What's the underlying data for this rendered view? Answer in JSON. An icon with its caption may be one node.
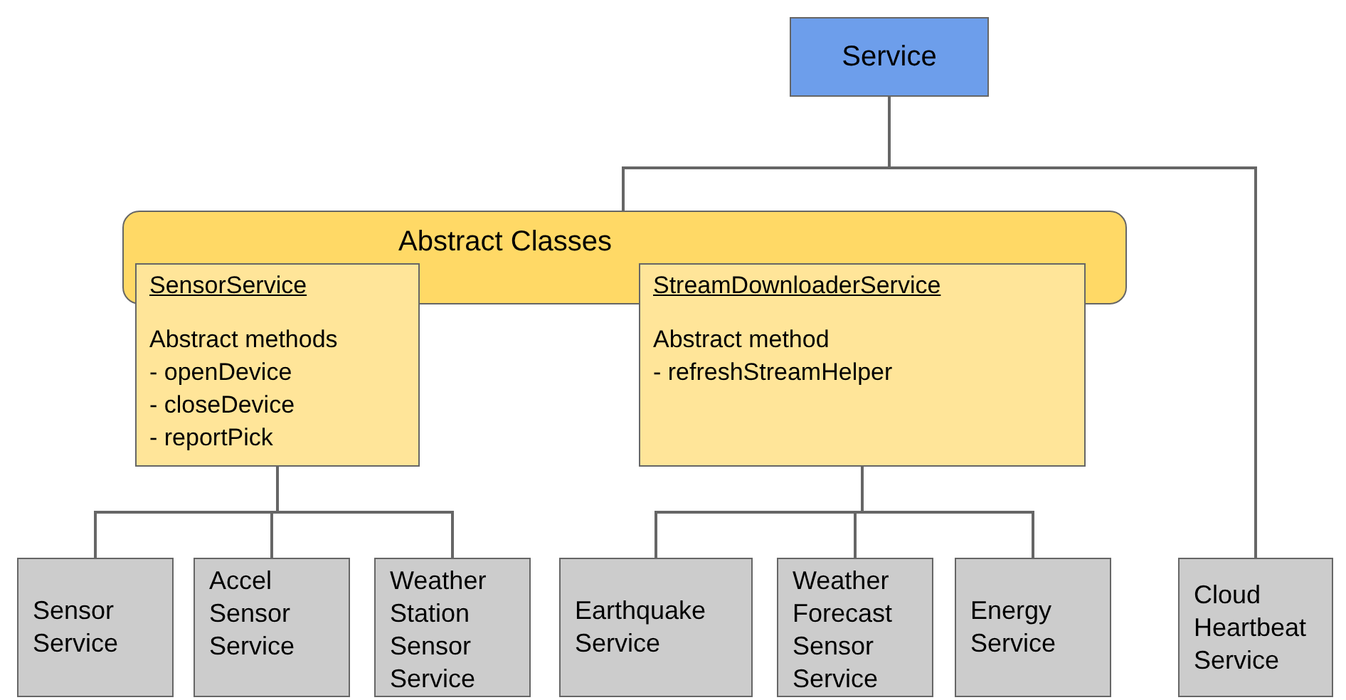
{
  "diagram": {
    "nodes": [
      {
        "text": [
          "Service"
        ]
      },
      {
        "text": [
          "Abstract Classes"
        ]
      },
      {
        "text": [
          "SensorService",
          "Abstract methods",
          "- openDevice",
          "- closeDevice",
          "- reportPick"
        ]
      },
      {
        "text": [
          "StreamDownloaderService",
          "Abstract method",
          "- refreshStreamHelper"
        ]
      },
      {
        "text": [
          "Sensor Service"
        ]
      },
      {
        "text": [
          "Accel Sensor Service"
        ]
      },
      {
        "text": [
          "Weather Station Sensor Service"
        ]
      },
      {
        "text": [
          "Earthquake Service"
        ]
      },
      {
        "text": [
          "Weather Forecast Sensor Service"
        ]
      },
      {
        "text": [
          "Energy Service"
        ]
      },
      {
        "text": [
          "Cloud Heartbeat Service"
        ]
      }
    ],
    "edges": [
      {
        "from": 0,
        "to": 1,
        "arrow": "none"
      },
      {
        "from": 0,
        "to": 10,
        "arrow": "none"
      },
      {
        "from": 2,
        "to": 4,
        "arrow": "none"
      },
      {
        "from": 2,
        "to": 5,
        "arrow": "none"
      },
      {
        "from": 2,
        "to": 6,
        "arrow": "none"
      },
      {
        "from": 3,
        "to": 7,
        "arrow": "none"
      },
      {
        "from": 3,
        "to": 8,
        "arrow": "none"
      },
      {
        "from": 3,
        "to": 9,
        "arrow": "none"
      }
    ]
  }
}
